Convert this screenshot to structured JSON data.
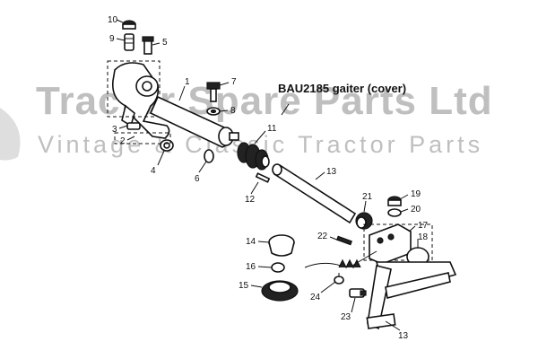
{
  "watermark": {
    "title": "Tractor Spare Parts Ltd",
    "subtitle": "Vintage & Classic Tractor Parts"
  },
  "annotation": {
    "text": "BAU2185 gaiter (cover)"
  },
  "callouts": [
    "10",
    "9",
    "5",
    "1",
    "7",
    "8",
    "3",
    "2",
    "4",
    "11",
    "6",
    "12",
    "13",
    "21",
    "19",
    "20",
    "17",
    "18",
    "22",
    "14",
    "16",
    "15",
    "24",
    "23",
    "13"
  ]
}
